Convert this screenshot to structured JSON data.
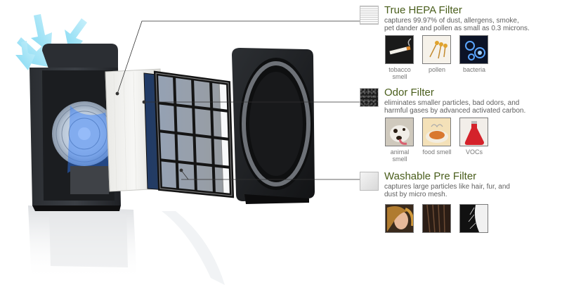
{
  "filters": [
    {
      "title": "True HEPA Filter",
      "desc_lines": [
        "captures 99.97% of dust, allergens, smoke,",
        "pet dander and pollen as small as 0.3 microns."
      ],
      "examples": [
        {
          "lines": [
            "tobacco",
            "smell"
          ],
          "icon": "cigarette-icon"
        },
        {
          "lines": [
            "pollen"
          ],
          "icon": "pollen-icon"
        },
        {
          "lines": [
            "bacteria"
          ],
          "icon": "bacteria-icon"
        }
      ]
    },
    {
      "title": "Odor Filter",
      "desc_lines": [
        "eliminates smaller particles, bad odors, and",
        "harmful gases by advanced activated carbon."
      ],
      "examples": [
        {
          "lines": [
            "animal",
            "smell"
          ],
          "icon": "dog-icon"
        },
        {
          "lines": [
            "food smell"
          ],
          "icon": "food-icon"
        },
        {
          "lines": [
            "VOCs"
          ],
          "icon": "chemical-flask-icon"
        }
      ]
    },
    {
      "title": "Washable Pre Filter",
      "desc_lines": [
        "captures large particles like hair, fur, and",
        "dust by micro mesh."
      ],
      "examples": [
        {
          "lines": [],
          "icon": "hair-icon"
        },
        {
          "lines": [],
          "icon": "dark-hair-icon"
        },
        {
          "lines": [],
          "icon": "fur-icon"
        }
      ]
    }
  ]
}
